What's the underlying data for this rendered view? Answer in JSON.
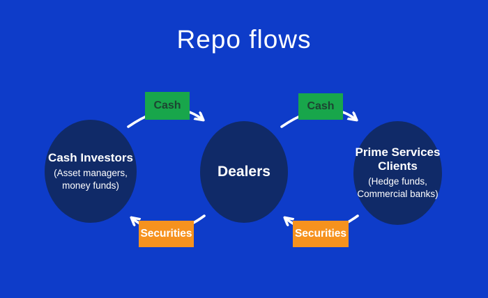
{
  "title": "Repo flows",
  "colors": {
    "background": "#0e3cc9",
    "ellipse_fill": "#102a68",
    "node_text": "#ffffff",
    "title_text": "#ffffff",
    "arrow": "#ffffff",
    "cash_box": "#18a64b",
    "cash_box_text": "#1c4532",
    "securities_box": "#f6921e",
    "securities_box_text": "#ffffff"
  },
  "nodes": {
    "cash_investors": {
      "name": "Cash Investors",
      "detail_line1": "(Asset managers,",
      "detail_line2": "money funds)"
    },
    "dealers": {
      "name": "Dealers"
    },
    "prime_services": {
      "name_line1": "Prime Services",
      "name_line2": "Clients",
      "detail_line1": "(Hedge funds,",
      "detail_line2": "Commercial banks)"
    }
  },
  "flows": {
    "cash_left": {
      "label": "Cash",
      "from": "Cash Investors",
      "to": "Dealers"
    },
    "cash_right": {
      "label": "Cash",
      "from": "Dealers",
      "to": "Prime Services Clients"
    },
    "securities_left": {
      "label": "Securities",
      "from": "Dealers",
      "to": "Cash Investors"
    },
    "securities_right": {
      "label": "Securities",
      "from": "Prime Services Clients",
      "to": "Dealers"
    }
  }
}
